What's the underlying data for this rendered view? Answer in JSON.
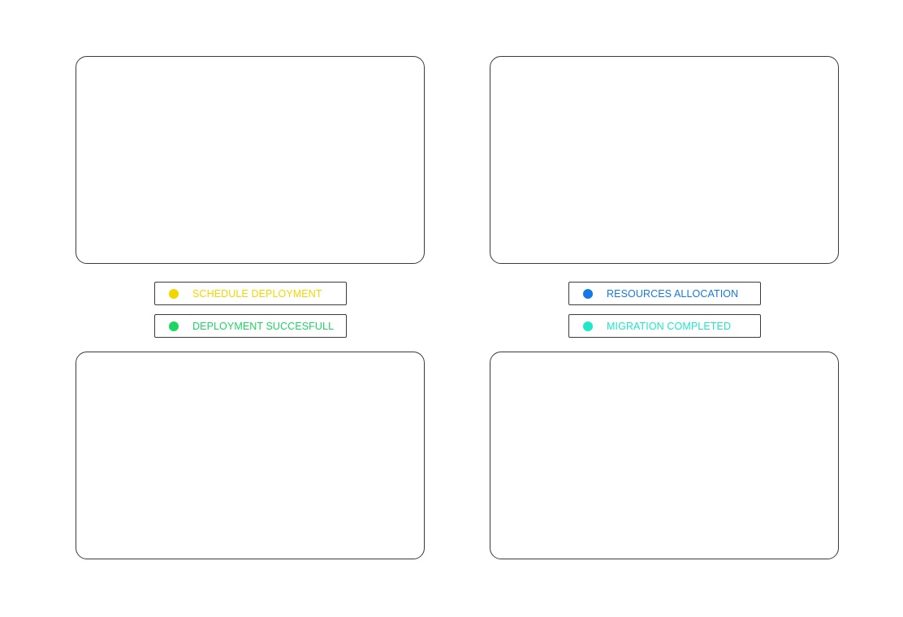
{
  "legend": {
    "schedule_deployment": {
      "label": "SCHEDULE DEPLOYMENT",
      "color": "#F2D600"
    },
    "deployment_successful": {
      "label": "DEPLOYMENT SUCCESFULL",
      "color": "#1BD760"
    },
    "resources_allocation": {
      "label": "RESOURCES ALLOCATION",
      "color": "#1478E6"
    },
    "migration_completed": {
      "label": "MIGRATION COMPLETED",
      "color": "#1EE8C8"
    }
  }
}
